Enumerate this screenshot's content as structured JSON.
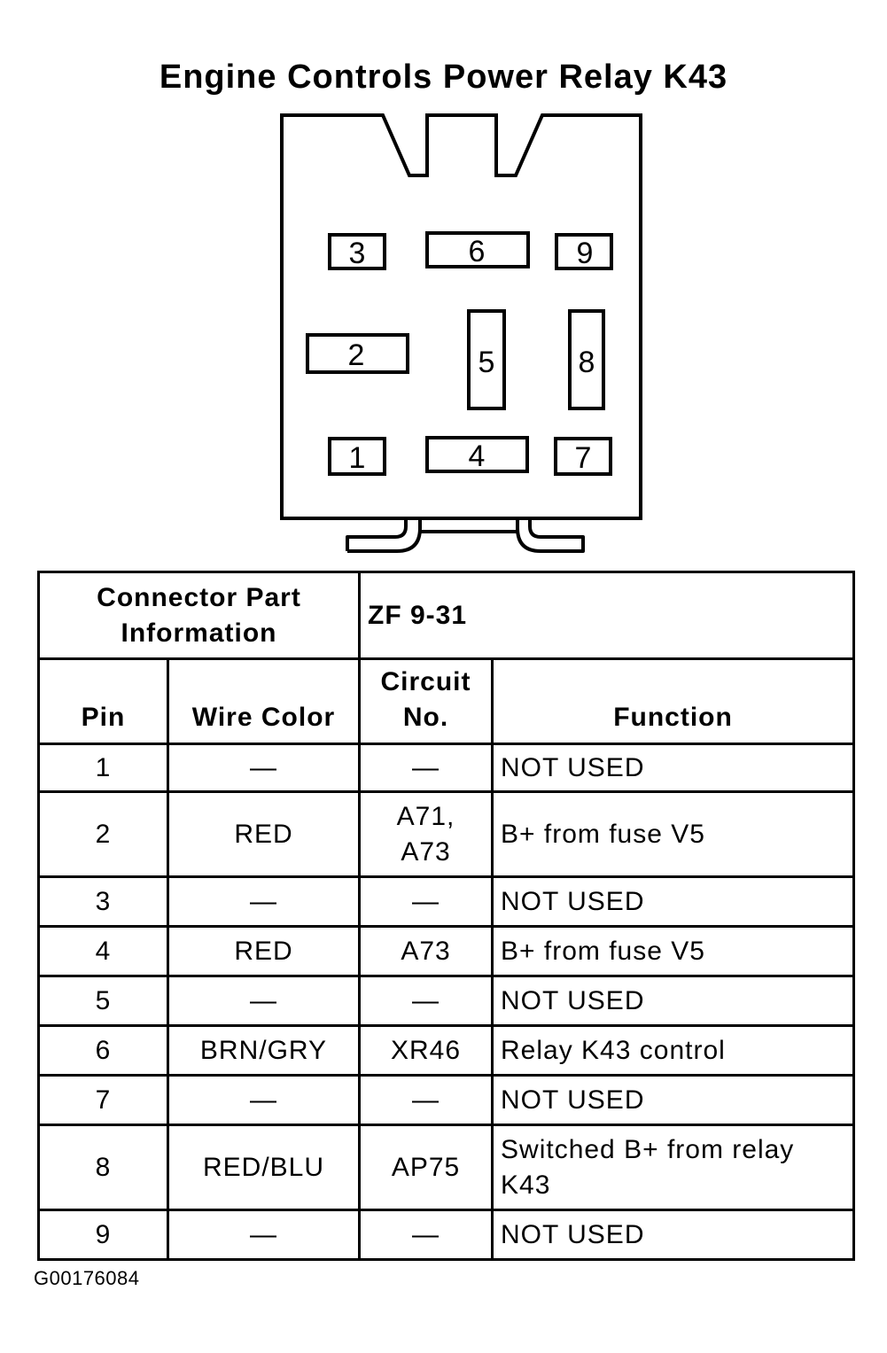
{
  "title": "Engine Controls Power Relay K43",
  "connector": {
    "pins": [
      "1",
      "2",
      "3",
      "4",
      "5",
      "6",
      "7",
      "8",
      "9"
    ]
  },
  "table": {
    "part_info_label_line1": "Connector Part",
    "part_info_label_line2": "Information",
    "part_info_value": "ZF 9-31",
    "headers": {
      "pin": "Pin",
      "wire_color": "Wire Color",
      "circuit_line1": "Circuit",
      "circuit_line2": "No.",
      "function": "Function"
    },
    "rows": [
      {
        "pin": "1",
        "wire_color": "—",
        "circuit": [
          "—"
        ],
        "function": [
          "NOT USED"
        ]
      },
      {
        "pin": "2",
        "wire_color": "RED",
        "circuit": [
          "A71,",
          "A73"
        ],
        "function": [
          "B+ from fuse V5"
        ]
      },
      {
        "pin": "3",
        "wire_color": "—",
        "circuit": [
          "—"
        ],
        "function": [
          "NOT USED"
        ]
      },
      {
        "pin": "4",
        "wire_color": "RED",
        "circuit": [
          "A73"
        ],
        "function": [
          "B+ from fuse V5"
        ]
      },
      {
        "pin": "5",
        "wire_color": "—",
        "circuit": [
          "—"
        ],
        "function": [
          "NOT USED"
        ]
      },
      {
        "pin": "6",
        "wire_color": "BRN/GRY",
        "circuit": [
          "XR46"
        ],
        "function": [
          "Relay K43 control"
        ]
      },
      {
        "pin": "7",
        "wire_color": "—",
        "circuit": [
          "—"
        ],
        "function": [
          "NOT USED"
        ]
      },
      {
        "pin": "8",
        "wire_color": "RED/BLU",
        "circuit": [
          "AP75"
        ],
        "function": [
          "Switched B+ from relay",
          "K43"
        ]
      },
      {
        "pin": "9",
        "wire_color": "—",
        "circuit": [
          "—"
        ],
        "function": [
          "NOT USED"
        ]
      }
    ]
  },
  "figure_id": "G00176084"
}
